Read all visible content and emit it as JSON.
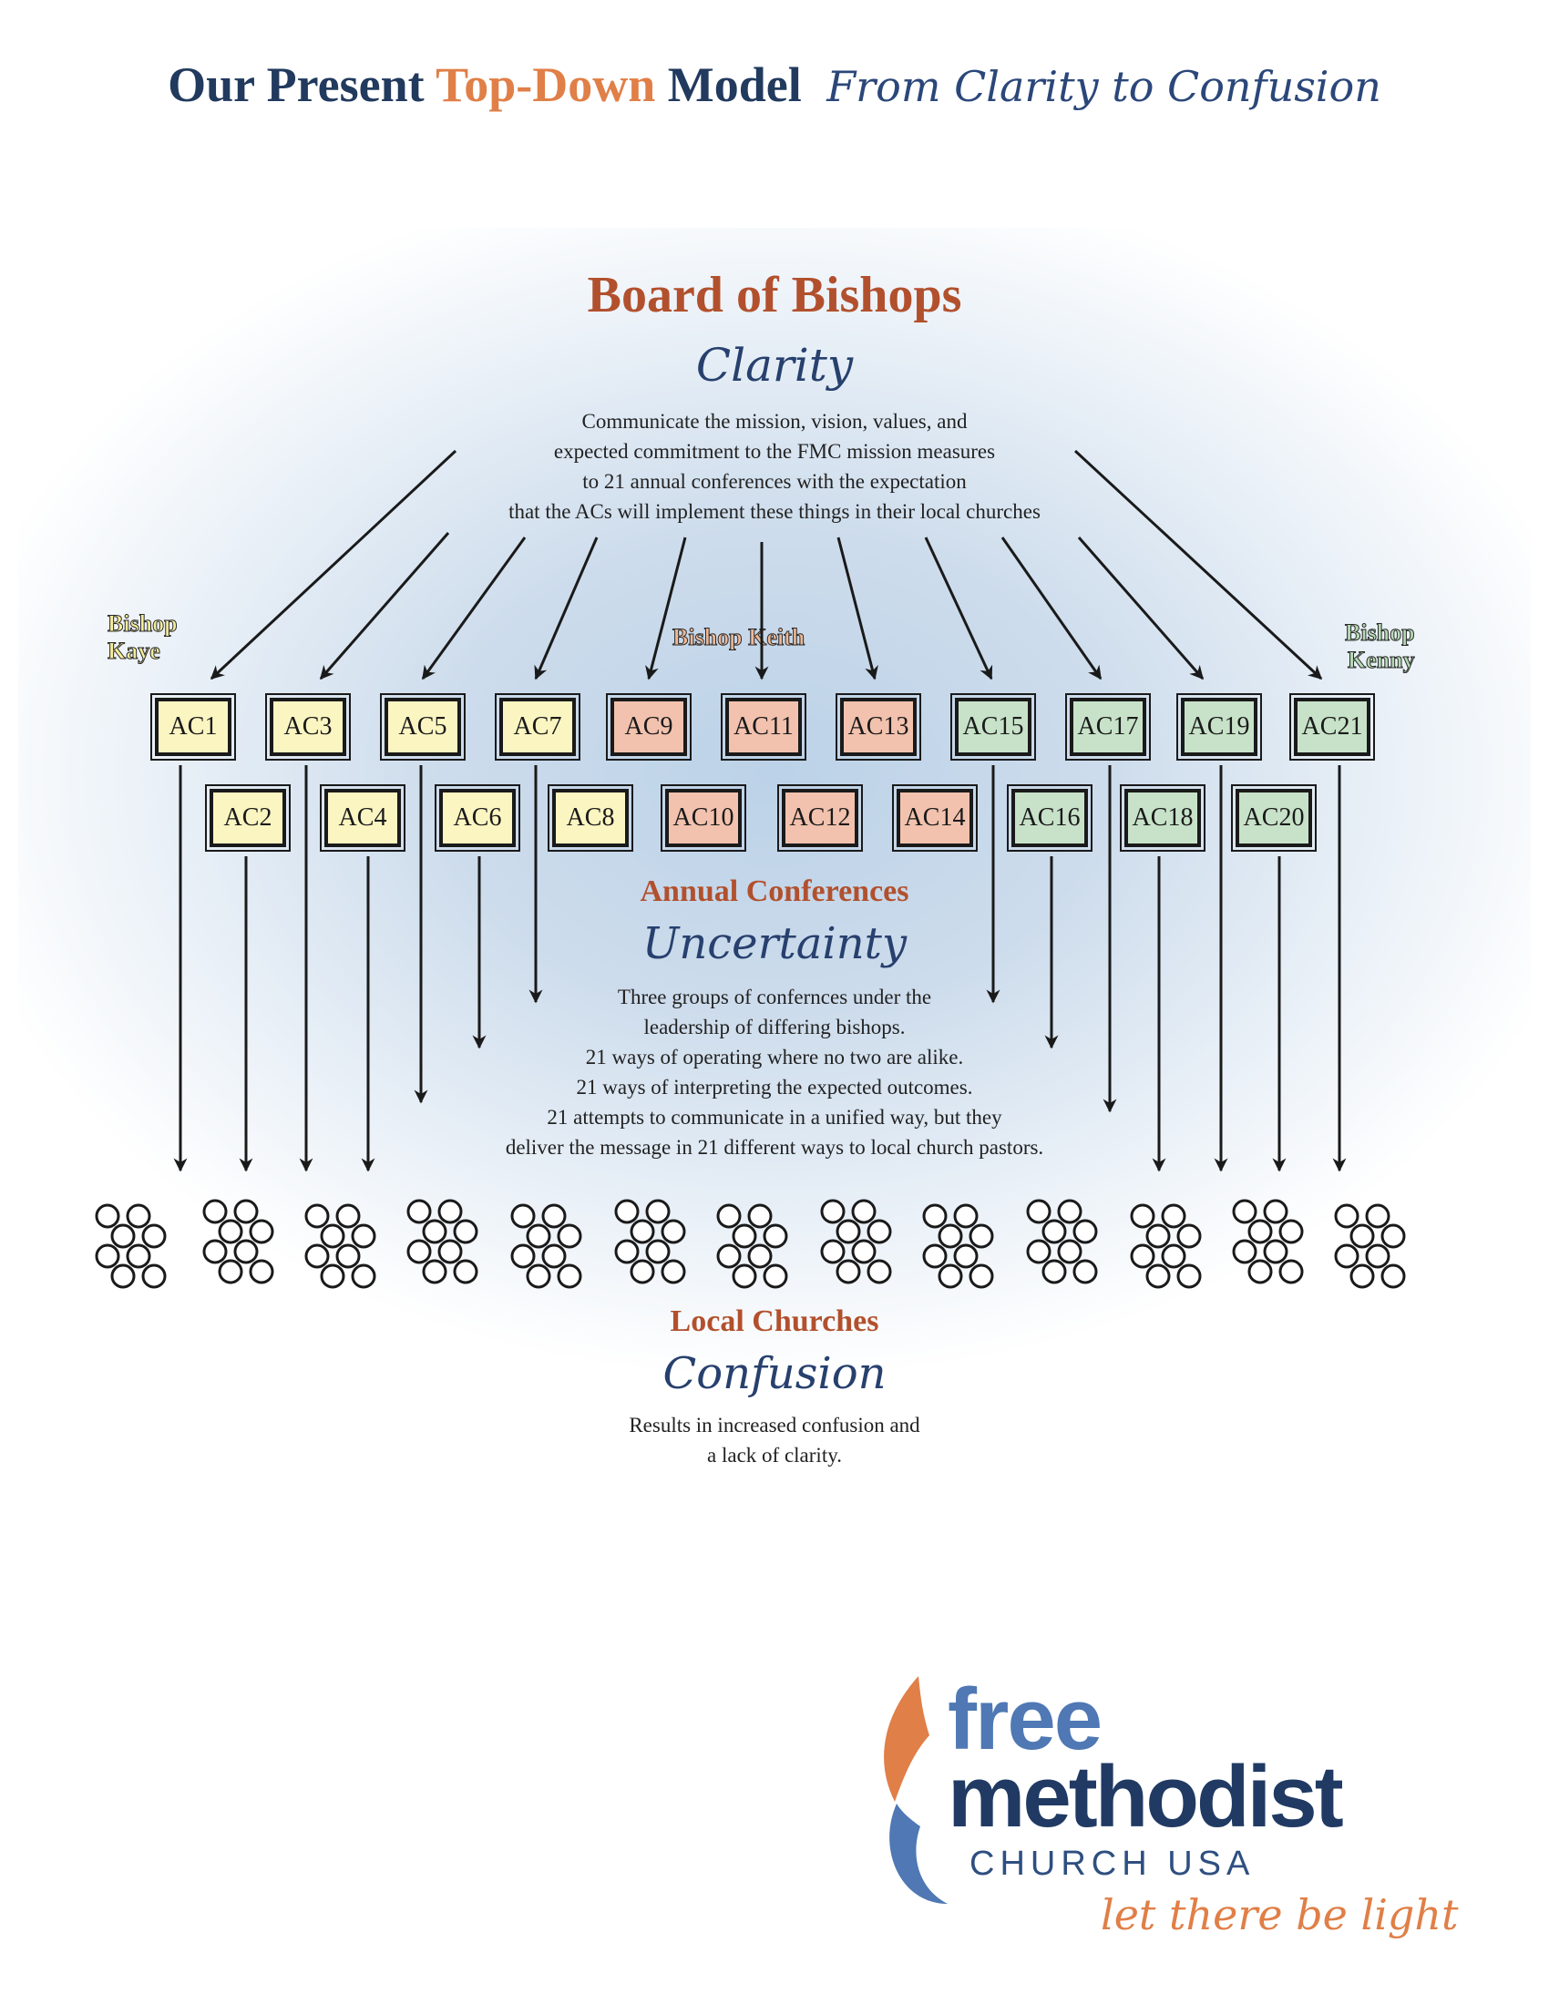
{
  "title": {
    "part1": "Our Present",
    "part2": "Top-Down",
    "part3": "Model",
    "script": "From Clarity to Confusion"
  },
  "top": {
    "heading": "Board of Bishops",
    "script": "Clarity",
    "lines": [
      "Communicate the mission, vision, values, and",
      "expected commitment to the FMC mission measures",
      "to 21 annual conferences with the expectation",
      "that the ACs will implement these things in their local churches"
    ]
  },
  "bishops": [
    {
      "line1": "Bishop",
      "line2": "Kaye",
      "color": "#f6ee9a"
    },
    {
      "line1": "Bishop Keith",
      "line2": "",
      "color": "#f0b896"
    },
    {
      "line1": "Bishop",
      "line2": "Kenny",
      "color": "#b5dab4"
    }
  ],
  "conferences": {
    "row1": [
      {
        "label": "AC1",
        "group": "y"
      },
      {
        "label": "AC3",
        "group": "y"
      },
      {
        "label": "AC5",
        "group": "y"
      },
      {
        "label": "AC7",
        "group": "y"
      },
      {
        "label": "AC9",
        "group": "r"
      },
      {
        "label": "AC11",
        "group": "r"
      },
      {
        "label": "AC13",
        "group": "r"
      },
      {
        "label": "AC15",
        "group": "g"
      },
      {
        "label": "AC17",
        "group": "g"
      },
      {
        "label": "AC19",
        "group": "g"
      },
      {
        "label": "AC21",
        "group": "g"
      }
    ],
    "row2": [
      {
        "label": "AC2",
        "group": "y"
      },
      {
        "label": "AC4",
        "group": "y"
      },
      {
        "label": "AC6",
        "group": "y"
      },
      {
        "label": "AC8",
        "group": "y"
      },
      {
        "label": "AC10",
        "group": "r"
      },
      {
        "label": "AC12",
        "group": "r"
      },
      {
        "label": "AC14",
        "group": "r"
      },
      {
        "label": "AC16",
        "group": "g"
      },
      {
        "label": "AC18",
        "group": "g"
      },
      {
        "label": "AC20",
        "group": "g"
      }
    ]
  },
  "middle": {
    "heading": "Annual Conferences",
    "script": "Uncertainty",
    "lines": [
      "Three groups of confernces under the",
      "leadership of differing bishops.",
      "21 ways of operating where no two are alike.",
      "21 ways of interpreting the expected outcomes.",
      "21 attempts to communicate in a unified way, but they",
      "deliver the message in 21 different ways to local church pastors."
    ]
  },
  "bottom": {
    "heading": "Local Churches",
    "script": "Confusion",
    "lines": [
      "Results in increased confusion and",
      "a lack of clarity."
    ]
  },
  "logo": {
    "word1": "free",
    "word2": "methodist",
    "line3": "CHURCH USA",
    "tagline": "let there be light",
    "flame_color": "#e07f47",
    "drop_color": "#4f78b4"
  },
  "colors": {
    "heading": "#b2502d",
    "script": "#27406e",
    "title_dark": "#213a5e",
    "title_accent": "#e07f47"
  }
}
